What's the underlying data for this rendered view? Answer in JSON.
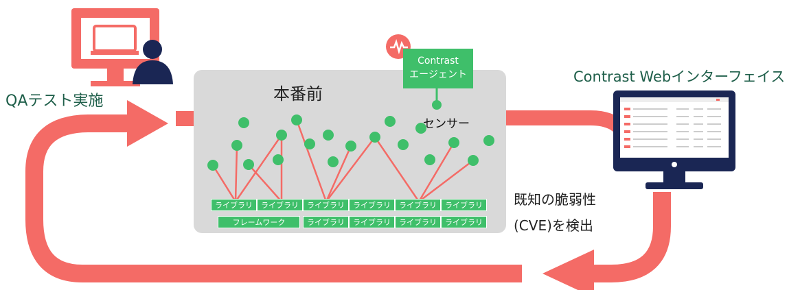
{
  "qa_label": "QAテスト実施",
  "stage_title": "本番前",
  "agent": {
    "line1": "Contrast",
    "line2": "エージェント"
  },
  "sensor_label": "センサー",
  "ui_label": "Contrast Webインターフェイス",
  "cve": {
    "line1": "既知の脆弱性",
    "line2": "(CVE)を検出"
  },
  "libraries": {
    "row1": [
      "ライブラリ",
      "ライブラリ",
      "ライブラリ",
      "ライブラリ",
      "ライブラリ",
      "ライブラリ"
    ],
    "row2": [
      "フレームワーク",
      "ライブラリ",
      "ライブラリ",
      "ライブラリ",
      "ライブラリ"
    ]
  },
  "colors": {
    "flow": "#f46b66",
    "stage_bg": "#d9d9d9",
    "node": "#3fbf6a",
    "label_text": "#1f5f4a",
    "monitor": "#1a2654"
  },
  "icons": [
    "desktop-computer-icon",
    "user-silhouette-icon",
    "sensor-pulse-icon",
    "monitor-dashboard-icon"
  ]
}
